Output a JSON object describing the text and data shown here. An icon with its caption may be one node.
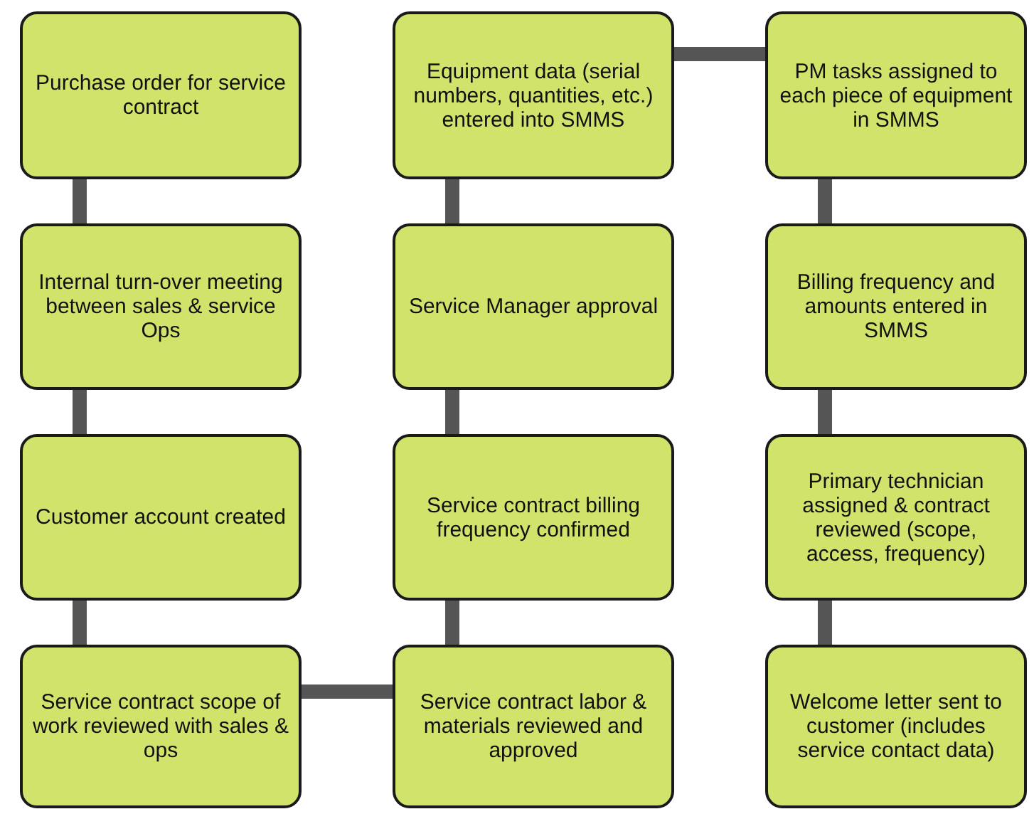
{
  "diagram": {
    "nodes": [
      {
        "text": [
          "Purchase order for service contract"
        ]
      },
      {
        "text": [
          "Internal turn-over meeting between sales & service Ops"
        ]
      },
      {
        "text": [
          "Customer  account created"
        ]
      },
      {
        "text": [
          "Service contract scope of work reviewed with sales & ops"
        ]
      },
      {
        "text": [
          "Service contract labor & materials reviewed and approved"
        ]
      },
      {
        "text": [
          "Service contract billing frequency confirmed"
        ]
      },
      {
        "text": [
          "Service Manager approval"
        ]
      },
      {
        "text": [
          "Equipment data (serial numbers, quantities, etc.) entered into SMMS"
        ]
      },
      {
        "text": [
          "PM tasks assigned to each piece of equipment in SMMS"
        ]
      },
      {
        "text": [
          "Billing frequency and amounts entered in SMMS"
        ]
      },
      {
        "text": [
          "Primary technician assigned & contract reviewed (scope, access, frequency)"
        ]
      },
      {
        "text": [
          "Welcome letter sent to customer (includes service contact data)"
        ]
      }
    ],
    "edges": [
      {
        "from": 0,
        "to": 1,
        "arrow": "none"
      },
      {
        "from": 1,
        "to": 2,
        "arrow": "none"
      },
      {
        "from": 2,
        "to": 3,
        "arrow": "none"
      },
      {
        "from": 3,
        "to": 4,
        "arrow": "none"
      },
      {
        "from": 4,
        "to": 5,
        "arrow": "none"
      },
      {
        "from": 5,
        "to": 6,
        "arrow": "none"
      },
      {
        "from": 6,
        "to": 7,
        "arrow": "none"
      },
      {
        "from": 7,
        "to": 8,
        "arrow": "none"
      },
      {
        "from": 8,
        "to": 9,
        "arrow": "none"
      },
      {
        "from": 9,
        "to": 10,
        "arrow": "none"
      },
      {
        "from": 10,
        "to": 11,
        "arrow": "none"
      }
    ]
  }
}
